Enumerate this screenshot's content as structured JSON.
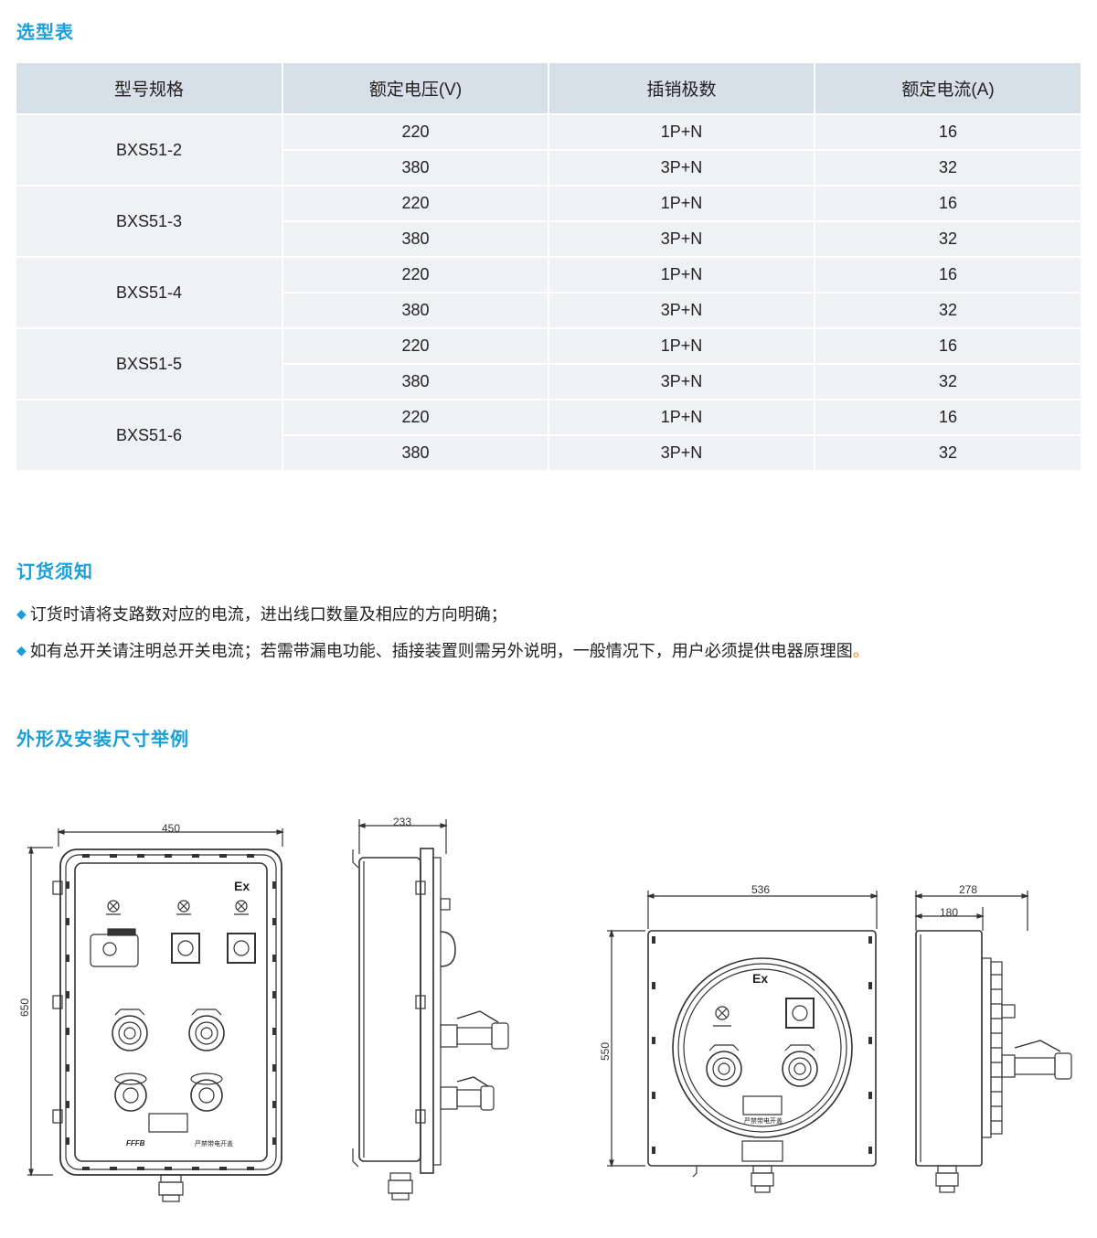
{
  "sections": {
    "selection": "选型表",
    "ordering": "订货须知",
    "dimensions": "外形及安装尺寸举例"
  },
  "table": {
    "headers": [
      "型号规格",
      "额定电压(V)",
      "插销极数",
      "额定电流(A)"
    ],
    "models": [
      {
        "name": "BXS51-2",
        "rows": [
          [
            "220",
            "1P+N",
            "16"
          ],
          [
            "380",
            "3P+N",
            "32"
          ]
        ]
      },
      {
        "name": "BXS51-3",
        "rows": [
          [
            "220",
            "1P+N",
            "16"
          ],
          [
            "380",
            "3P+N",
            "32"
          ]
        ]
      },
      {
        "name": "BXS51-4",
        "rows": [
          [
            "220",
            "1P+N",
            "16"
          ],
          [
            "380",
            "3P+N",
            "32"
          ]
        ]
      },
      {
        "name": "BXS51-5",
        "rows": [
          [
            "220",
            "1P+N",
            "16"
          ],
          [
            "380",
            "3P+N",
            "32"
          ]
        ]
      },
      {
        "name": "BXS51-6",
        "rows": [
          [
            "220",
            "1P+N",
            "16"
          ],
          [
            "380",
            "3P+N",
            "32"
          ]
        ]
      }
    ]
  },
  "notes": {
    "line1": "订货时请将支路数对应的电流，进出线口数量及相应的方向明确；",
    "line2": "如有总开关请注明总开关电流；若需带漏电功能、插接装置则需另外说明，一般情况下，用户必须提供电器原理图",
    "line2_end": "。"
  },
  "drawings": {
    "d1_width": "450",
    "d1_height": "650",
    "d2_depth": "233",
    "d3_width": "536",
    "d3_height": "550",
    "d4_depth": "278",
    "d4_depth_inner": "180",
    "ex_mark": "Ex",
    "warning": "严禁带电开盖",
    "brand": "FFFB"
  },
  "colors": {
    "accent": "#1a9fd9",
    "header_bg": "#d7dfe8",
    "row_bg": "#eff1f4",
    "line_drawing": "#333333"
  }
}
